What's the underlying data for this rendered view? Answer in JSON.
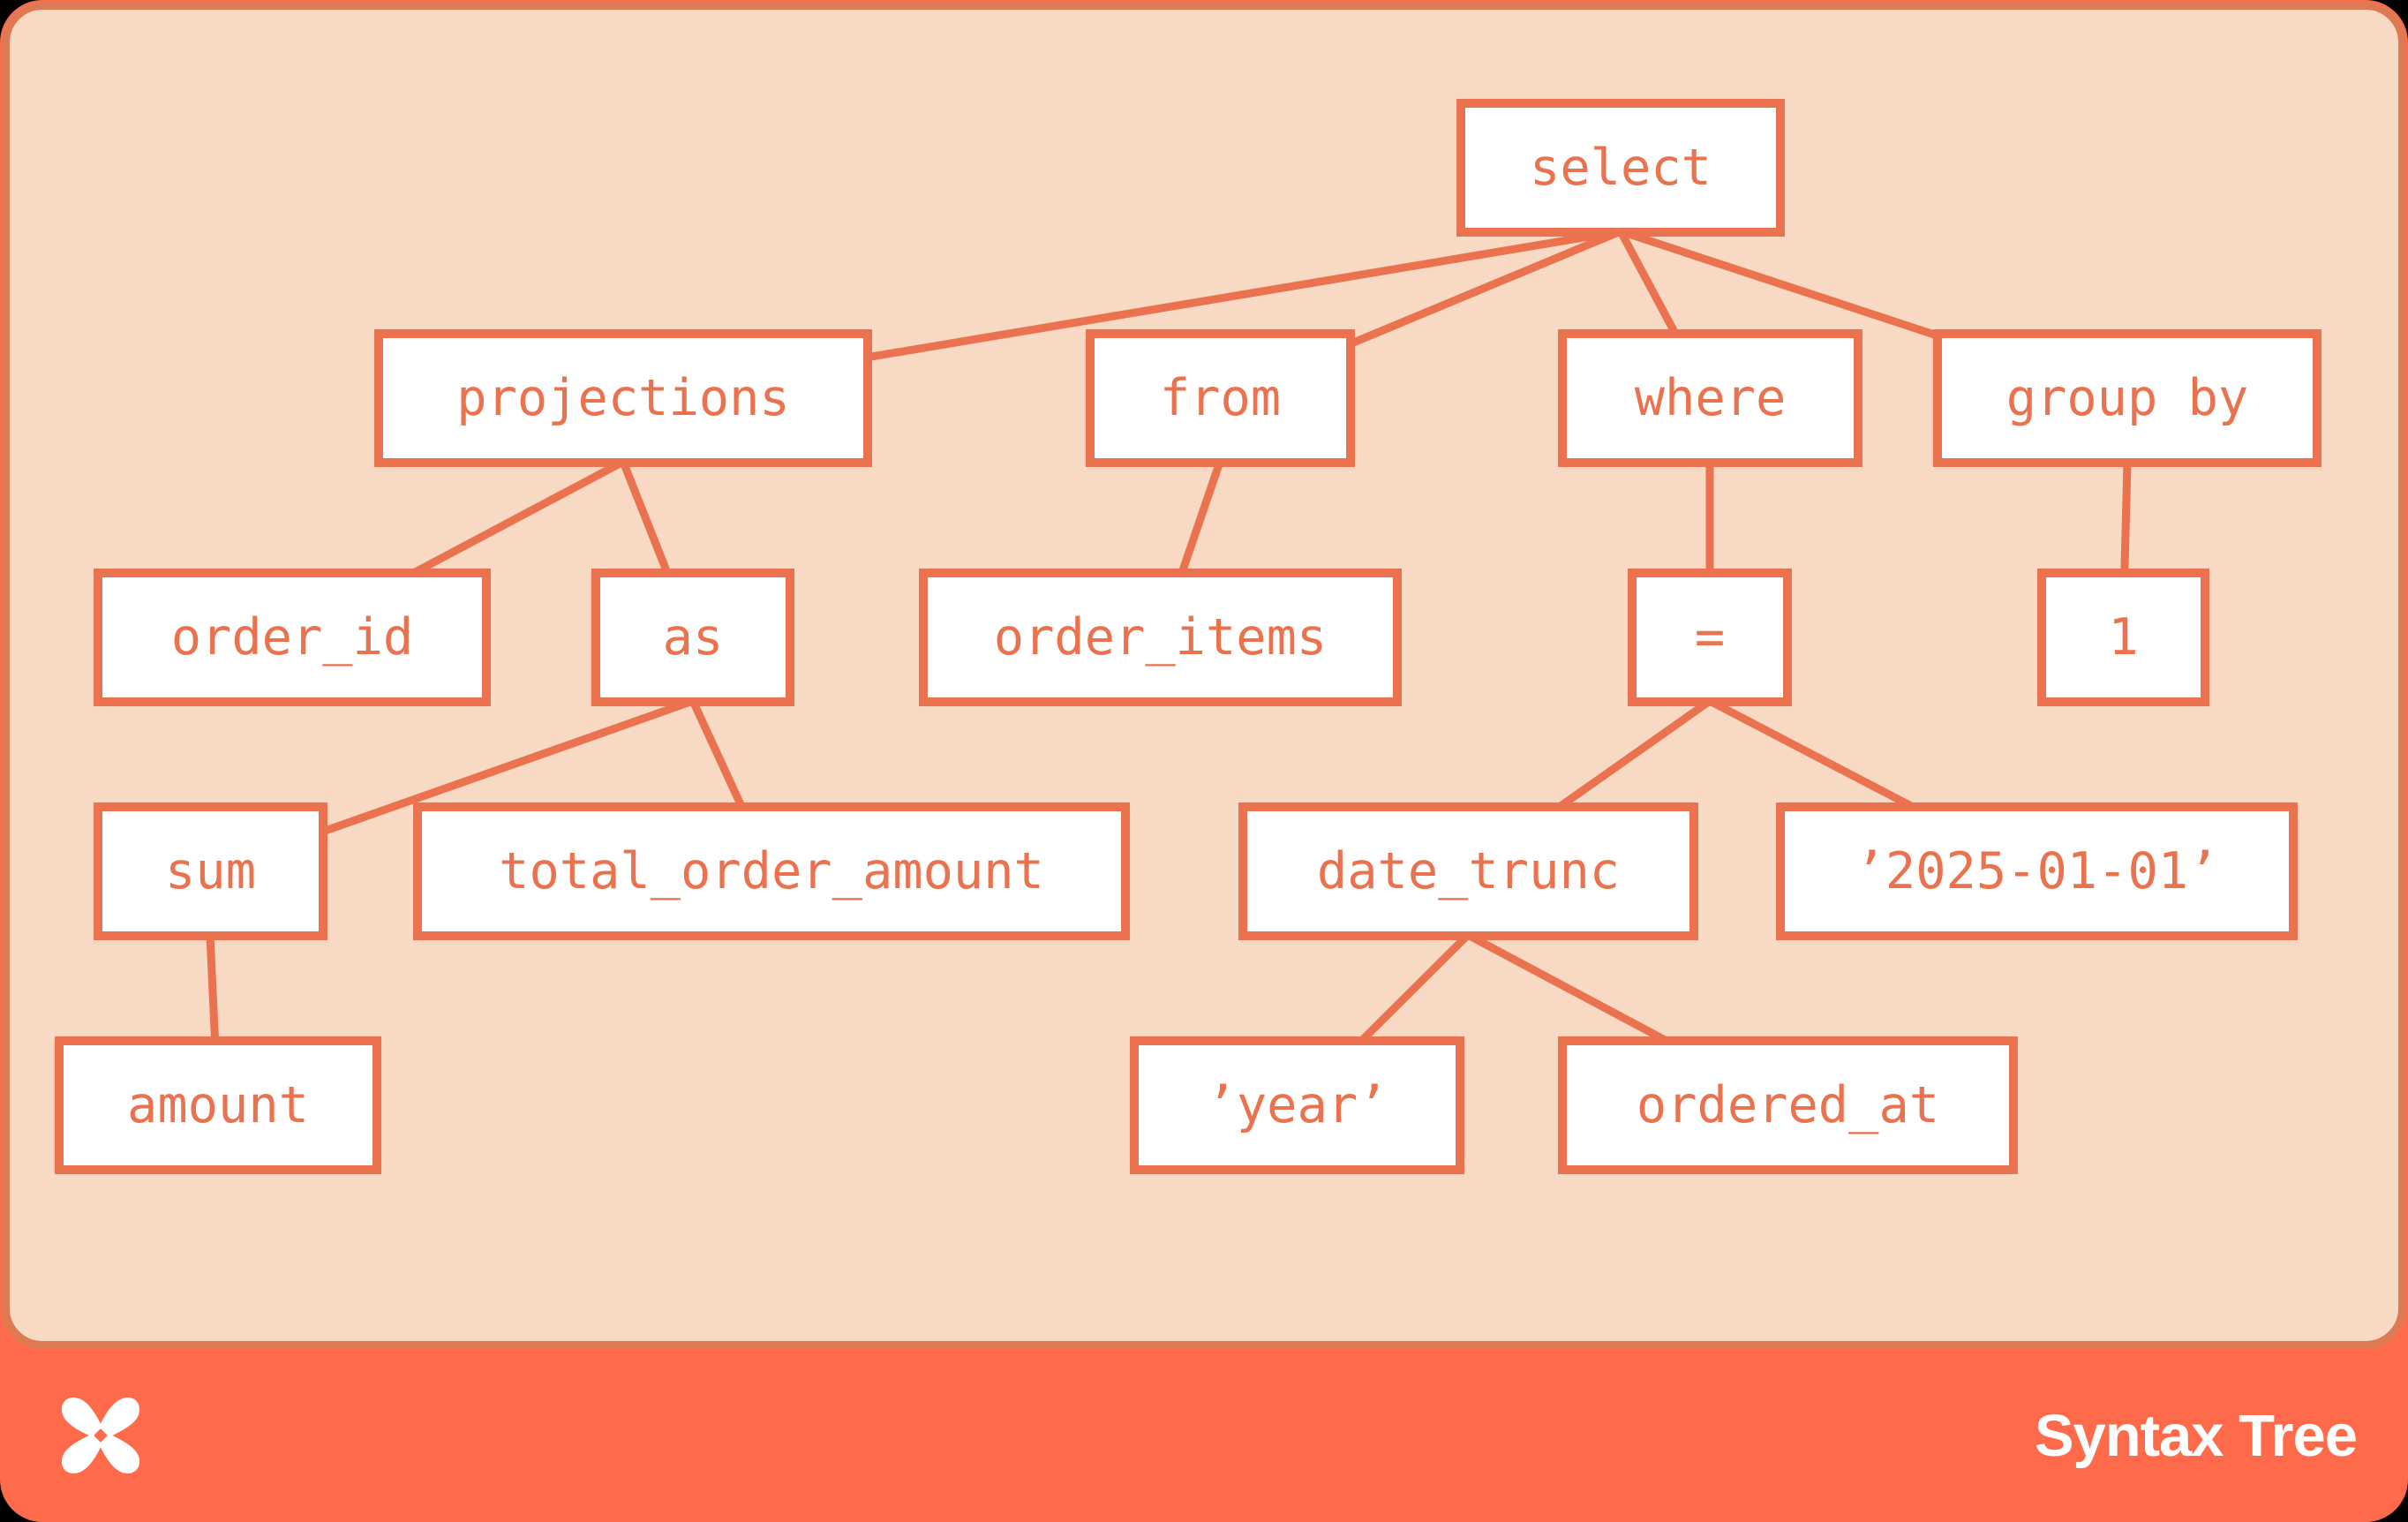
{
  "colors": {
    "page_bg": "#000000",
    "footer_bg": "#FF6B4A",
    "panel_bg": "#F8DAC4",
    "panel_border": "#DD7A53",
    "accent": "#EA724F",
    "node_bg": "#FFFFFF",
    "footer_text": "#FFFFFF"
  },
  "footer": {
    "brand_label": "Syntax Tree",
    "logo": "dbt-pinwheel-icon"
  },
  "tree": {
    "description": "Abstract syntax tree of a SQL select statement",
    "root": "select",
    "nodes": {
      "select": {
        "label": "select"
      },
      "projections": {
        "label": "projections"
      },
      "from": {
        "label": "from"
      },
      "where": {
        "label": "where"
      },
      "group_by": {
        "label": "group by"
      },
      "order_id": {
        "label": "order_id"
      },
      "as": {
        "label": "as"
      },
      "order_items": {
        "label": "order_items"
      },
      "eq": {
        "label": "="
      },
      "one": {
        "label": "1"
      },
      "sum": {
        "label": "sum"
      },
      "total_order_amount": {
        "label": "total_order_amount"
      },
      "date_trunc": {
        "label": "date_trunc"
      },
      "date_literal": {
        "label": "’2025-01-01’"
      },
      "amount": {
        "label": "amount"
      },
      "year_literal": {
        "label": "’year’"
      },
      "ordered_at": {
        "label": "ordered_at"
      }
    },
    "edges": [
      [
        "select",
        "projections"
      ],
      [
        "select",
        "from"
      ],
      [
        "select",
        "where"
      ],
      [
        "select",
        "group_by"
      ],
      [
        "projections",
        "order_id"
      ],
      [
        "projections",
        "as"
      ],
      [
        "as",
        "sum"
      ],
      [
        "as",
        "total_order_amount"
      ],
      [
        "sum",
        "amount"
      ],
      [
        "from",
        "order_items"
      ],
      [
        "where",
        "eq"
      ],
      [
        "eq",
        "date_trunc"
      ],
      [
        "eq",
        "date_literal"
      ],
      [
        "date_trunc",
        "year_literal"
      ],
      [
        "date_trunc",
        "ordered_at"
      ],
      [
        "group_by",
        "one"
      ]
    ]
  }
}
